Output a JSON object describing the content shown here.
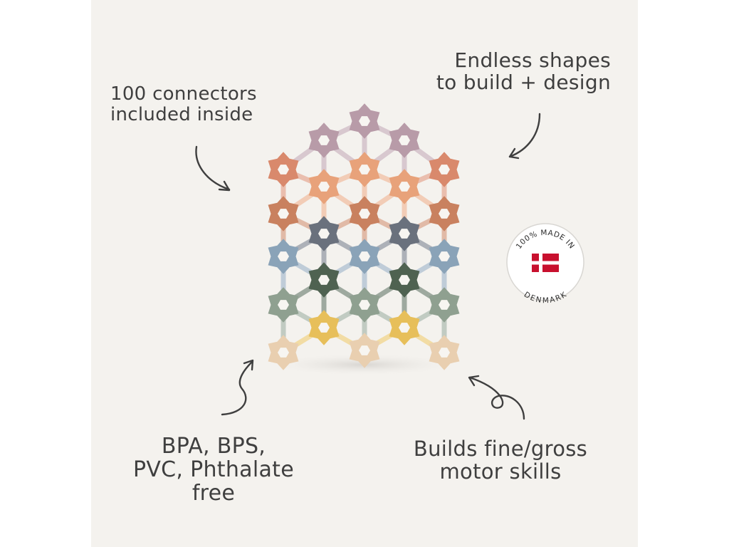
{
  "callouts": {
    "top_left": [
      "100 connectors",
      "included inside"
    ],
    "top_right": [
      "Endless shapes",
      "to build + design"
    ],
    "bottom_left": [
      "BPA, BPS,",
      "PVC, Phthalate",
      "free"
    ],
    "bottom_right": [
      "Builds fine/gross",
      "motor skills"
    ]
  },
  "badge": {
    "top_text": "100% MADE IN",
    "bottom_text": "DENMARK",
    "flag": "danish-flag"
  },
  "colors": {
    "panel_background": "#f4f2ee",
    "text": "#3f3f3f",
    "flag_red": "#c8102e",
    "row_colors": [
      "#b89ba8",
      "#d9896c",
      "#e8a27a",
      "#c9815f",
      "#6a717d",
      "#8aa3b8",
      "#4f6251",
      "#8fa090",
      "#e7bf5a",
      "#e9cfb0"
    ]
  }
}
